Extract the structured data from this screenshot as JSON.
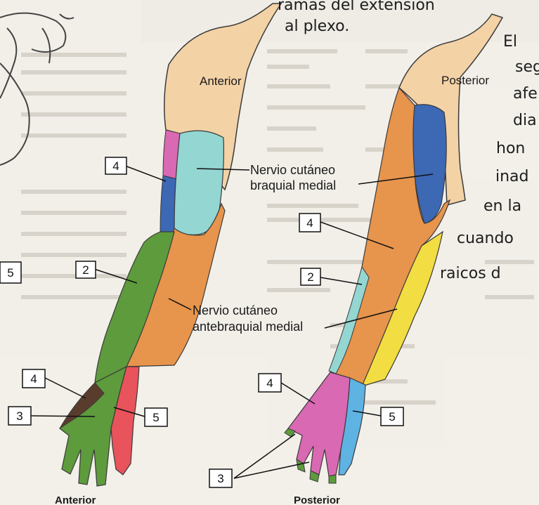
{
  "handwriting": {
    "top_line1": "ramas del extensión",
    "top_line2": "al plexo.",
    "right_lines": [
      "El",
      "seg",
      "afe",
      "dia",
      "hon",
      "inad",
      "en la",
      "cuando",
      "raicos d"
    ]
  },
  "views": {
    "anterior_arm_label": "Anterior",
    "posterior_arm_label": "Posterior",
    "anterior_footer": "Anterior",
    "posterior_footer": "Posterior"
  },
  "nerves": {
    "brachial_medial_line1": "Nervio cutáneo",
    "brachial_medial_line2": "braquial medial",
    "antebrachial_medial_line1": "Nervio cutáneo",
    "antebrachial_medial_line2": "antebraquial medial"
  },
  "region_numbers": {
    "ant_upper_4": "4",
    "ant_forearm_2": "2",
    "ant_hand_4": "4",
    "ant_hand_3": "3",
    "ant_hand_5": "5",
    "ant_left_5": "5",
    "post_upper_4": "4",
    "post_forearm_2": "2",
    "post_hand_4": "4",
    "post_hand_5": "5",
    "post_fingers_3": "3"
  },
  "colors": {
    "skin": "#f3d2a6",
    "orange": "#e7944c",
    "green": "#5d9b3c",
    "dark_green": "#3f7a2b",
    "cyan": "#93d6d2",
    "blue": "#3c68b4",
    "magenta": "#d969b3",
    "red": "#e8535c",
    "yellow": "#f2dd42",
    "light_blue": "#5fb3e3",
    "dark_brown": "#5a3c2c"
  }
}
